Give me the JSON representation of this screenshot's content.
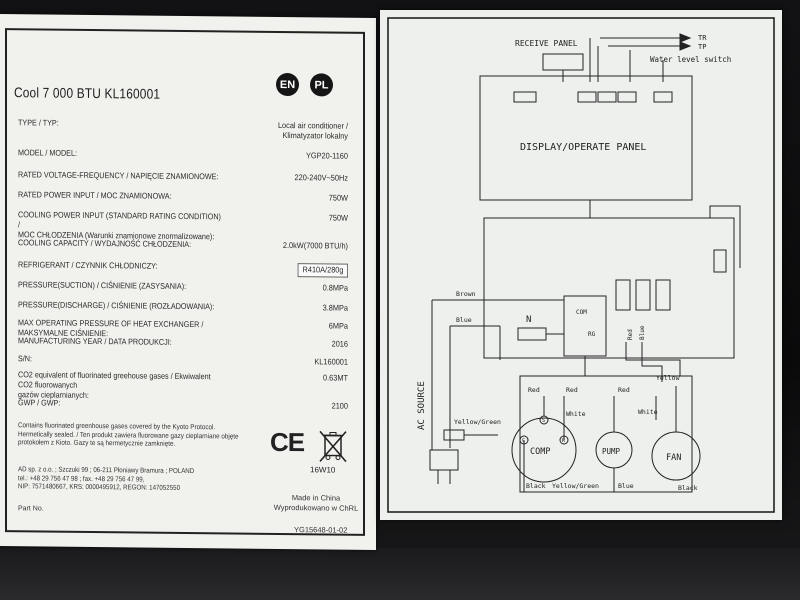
{
  "left_label": {
    "title": "Cool 7 000 BTU KL160001",
    "lang_en": "EN",
    "lang_pl": "PL",
    "rows": [
      {
        "label": "TYPE / TYP:",
        "value": "Local air conditioner /\nKlimatyzator lokalny"
      },
      {
        "label": "MODEL / MODEL:",
        "value": "YGP20-1160"
      },
      {
        "label": "RATED VOLTAGE-FREQUENCY / NAPIĘCIE ZNAMIONOWE:",
        "value": "220-240V~50Hz"
      },
      {
        "label": "RATED POWER INPUT / MOC ZNAMIONOWA:",
        "value": "750W"
      },
      {
        "label": "COOLING POWER INPUT (STANDARD RATING CONDITION) /\nMOC CHŁODZENIA (Warunki znamionowe znormalizowane):",
        "value": "750W"
      },
      {
        "label": "COOLING CAPACITY / WYDAJNOŚĆ CHŁODZENIA:",
        "value": "2.0kW(7000 BTU/h)"
      },
      {
        "label": "REFRIGERANT / CZYNNIK CHŁODNICZY:",
        "value": "R410A/280g"
      },
      {
        "label": "PRESSURE(SUCTION) / CIŚNIENIE (ZASYSANIA):",
        "value": "0.8MPa"
      },
      {
        "label": "PRESSURE(DISCHARGE) / CIŚNIENIE (ROZŁADOWANIA):",
        "value": "3.8MPa"
      },
      {
        "label": "MAX OPERATING PRESSURE OF HEAT EXCHANGER / MAKSYMALNE CIŚNIENIE:",
        "value": "6MPa"
      },
      {
        "label": "MANUFACTURING YEAR / DATA PRODUKCJI:",
        "value": "2016"
      },
      {
        "label": "S/N:",
        "value": "KL160001"
      },
      {
        "label": "CO2 equivalent of fluorinated greehouse gases / Ekwiwalent CO2 fluorowanych\ngazów cieplarnianych:",
        "value": "0.63MT"
      },
      {
        "label": "GWP / GWP:",
        "value": "2100"
      }
    ],
    "kyoto_text": "Contains fluorinated greenhouse gases covered by the Kyoto Protocol. Hermetically sealed. / Ten produkt zawiera fluorowane gazy cieplarniane objęte protokołem z Kioto. Gazy te są hermetycznie zamknięte.",
    "address_text": "AD sp. z o.o. ; Szczuki 99 ; 06-211 Płoniawy Bramura ; POLAND\ntel.: +48 29 756 47 98 ; fax. +48 29 756 47 99,\nNIP: 7571480667, KRS: 0000495912, REGON: 147052550",
    "part_no": "Part No.",
    "ce": "CE",
    "weee_code": "16W10",
    "origin": "Made in China\nWyprodukowano w ChRL",
    "doc_id": "YG15648-01-02"
  },
  "diagram": {
    "receive_panel": "RECEIVE PANEL",
    "tr": "TR",
    "tp": "TP",
    "water_level_switch": "Water level switch",
    "display_panel": "DISPLAY/OPERATE PANEL",
    "brown": "Brown",
    "blue": "Blue",
    "n": "N",
    "com": "COM",
    "rg": "RG",
    "ac_source": "AC SOURCE",
    "yellow_green": "Yellow/Green",
    "red": "Red",
    "white": "White",
    "yellow": "Yellow",
    "black": "Black",
    "comp": "COMP",
    "pump": "PUMP",
    "fan": "FAN",
    "c": "C",
    "s": "S",
    "r": "R"
  }
}
